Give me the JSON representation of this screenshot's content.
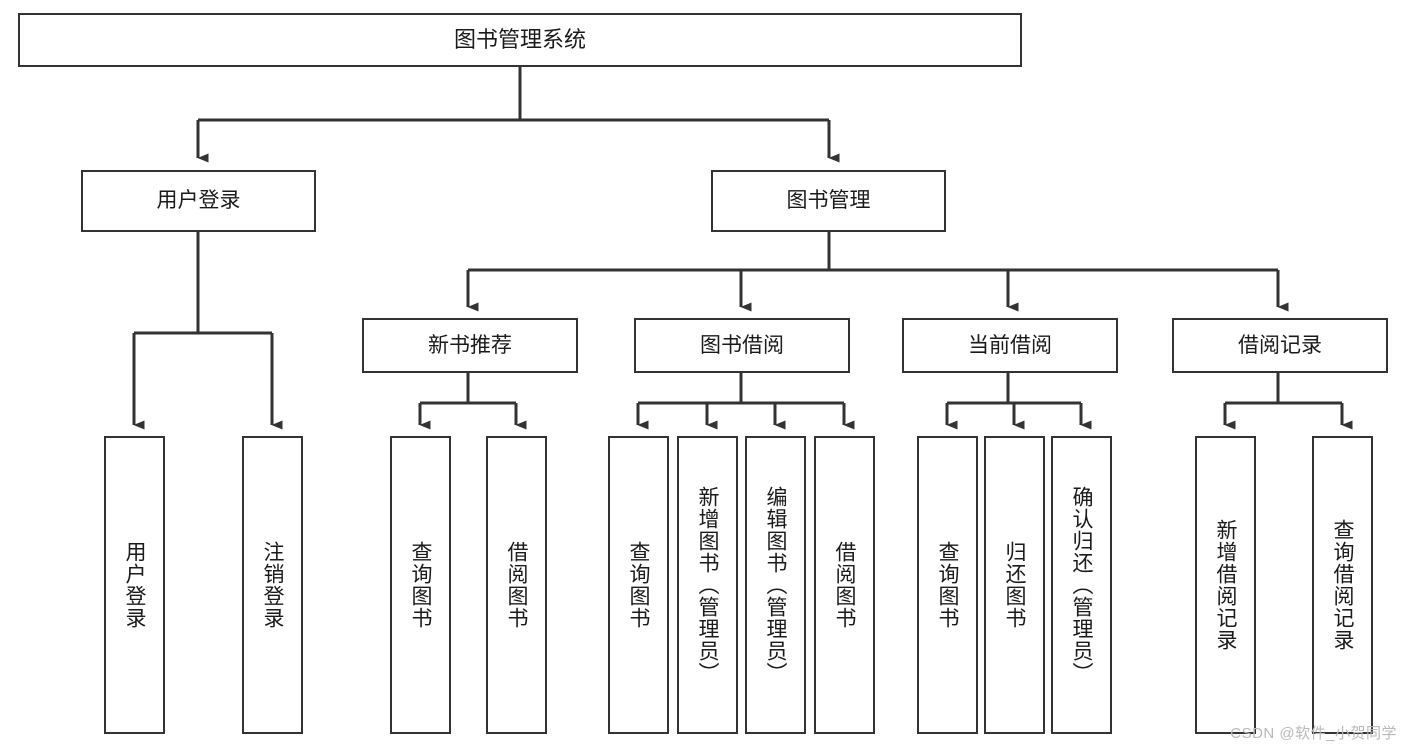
{
  "diagram": {
    "type": "tree-hierarchy",
    "title_text": "图书管理系统",
    "colors": {
      "box_border": "#333333",
      "box_fill": "#ffffff",
      "connector": "#333333",
      "text": "#1a1a1a",
      "watermark": "#b9b9b9",
      "background": "#ffffff"
    },
    "root": {
      "label": "图书管理系统"
    },
    "level2": [
      {
        "label": "用户登录"
      },
      {
        "label": "图书管理"
      }
    ],
    "level3": [
      {
        "label": "新书推荐"
      },
      {
        "label": "图书借阅"
      },
      {
        "label": "当前借阅"
      },
      {
        "label": "借阅记录"
      }
    ],
    "leaves": {
      "user_login": [
        {
          "label": "用户登录"
        },
        {
          "label": "注销登录"
        }
      ],
      "new_book_recommend": [
        {
          "label": "查询图书"
        },
        {
          "label": "借阅图书"
        }
      ],
      "book_borrow": [
        {
          "label": "查询图书"
        },
        {
          "label": "新增图书（管理员）"
        },
        {
          "label": "编辑图书（管理员）"
        },
        {
          "label": "借阅图书"
        }
      ],
      "current_borrow": [
        {
          "label": "查询图书"
        },
        {
          "label": "归还图书"
        },
        {
          "label": "确认归还（管理员）"
        }
      ],
      "borrow_record": [
        {
          "label": "新增借阅记录"
        },
        {
          "label": "查询借阅记录"
        }
      ]
    }
  },
  "watermark": {
    "text": "CSDN @软件_小贺同学"
  }
}
